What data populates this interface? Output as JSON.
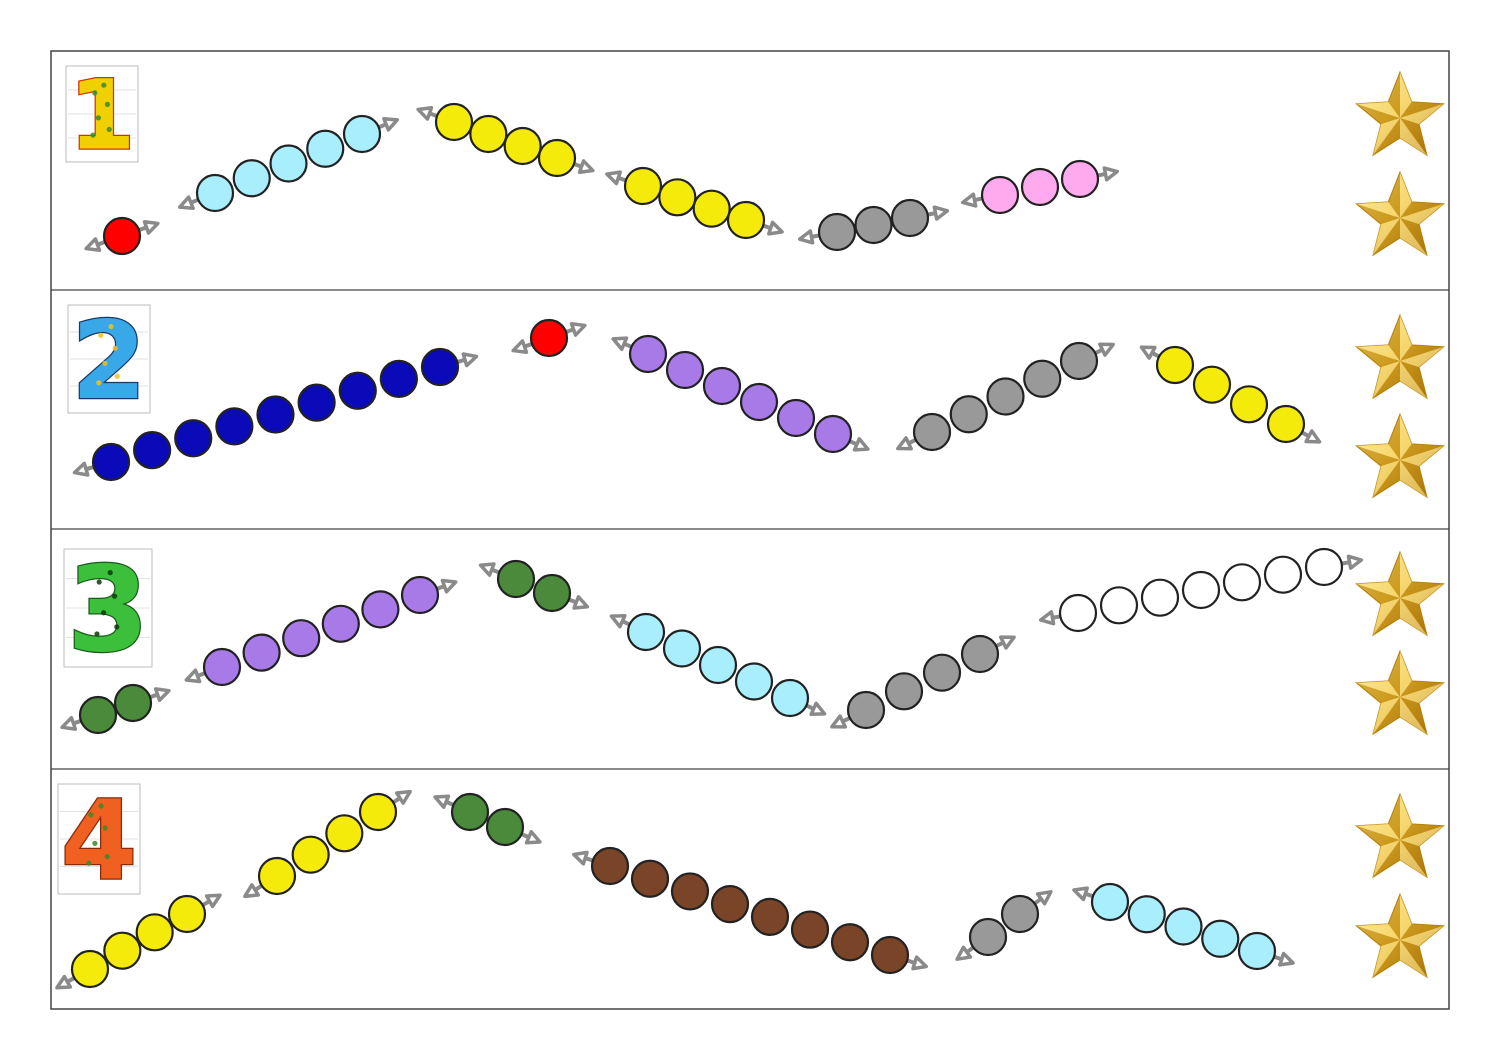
{
  "worksheet": {
    "rows": [
      {
        "number": "1",
        "number_color": "#f0d000",
        "number_outline": "#d03010",
        "number_spots": "#3a8a2a",
        "stars": 2,
        "chains": [
          {
            "color": "#ff0000",
            "count": 1
          },
          {
            "color": "#a8eefc",
            "count": 5
          },
          {
            "color": "#f5eb0a",
            "count": 4
          },
          {
            "color": "#f5eb0a",
            "count": 4
          },
          {
            "color": "#999999",
            "count": 3
          },
          {
            "color": "#ffaaee",
            "count": 3
          }
        ]
      },
      {
        "number": "2",
        "number_color": "#38a8e8",
        "number_outline": "#1a3a6a",
        "number_spots": "#f0c020",
        "stars": 2,
        "chains": [
          {
            "color": "#0a0ab8",
            "count": 9
          },
          {
            "color": "#ff0000",
            "count": 1
          },
          {
            "color": "#a87ae8",
            "count": 6
          },
          {
            "color": "#999999",
            "count": 5
          },
          {
            "color": "#f5eb0a",
            "count": 4
          }
        ]
      },
      {
        "number": "3",
        "number_color": "#3cc03c",
        "number_outline": "#1a5a1a",
        "number_spots": "#0a3a0a",
        "stars": 2,
        "chains": [
          {
            "color": "#4a8a3a",
            "count": 2
          },
          {
            "color": "#a87ae8",
            "count": 6
          },
          {
            "color": "#4a8a3a",
            "count": 2
          },
          {
            "color": "#a8eefc",
            "count": 5
          },
          {
            "color": "#999999",
            "count": 4
          },
          {
            "color": "#ffffff",
            "count": 7
          }
        ]
      },
      {
        "number": "4",
        "number_color": "#f06020",
        "number_outline": "#8a2a08",
        "number_spots": "#3a8a2a",
        "stars": 2,
        "chains": [
          {
            "color": "#f5eb0a",
            "count": 4
          },
          {
            "color": "#f5eb0a",
            "count": 4
          },
          {
            "color": "#4a8a3a",
            "count": 2
          },
          {
            "color": "#7a4428",
            "count": 8
          },
          {
            "color": "#999999",
            "count": 2
          },
          {
            "color": "#a8eefc",
            "count": 5
          }
        ]
      }
    ]
  }
}
